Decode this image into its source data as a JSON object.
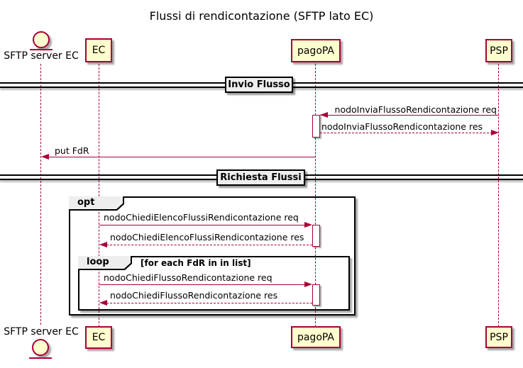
{
  "title": "Flussi di rendicontazione (SFTP lato EC)",
  "colors": {
    "participant_fill": "#FEFECE",
    "stroke": "#A80036",
    "fragment_label_bg": "#EEEEEE",
    "fragment_border": "#000000",
    "text": "#000000"
  },
  "participants": [
    {
      "id": "sftp",
      "label": "SFTP server EC",
      "type": "entity"
    },
    {
      "id": "ec",
      "label": "EC",
      "type": "box"
    },
    {
      "id": "pagopa",
      "label": "pagoPA",
      "type": "box"
    },
    {
      "id": "psp",
      "label": "PSP",
      "type": "box"
    }
  ],
  "dividers": [
    {
      "label": "Invio Flusso"
    },
    {
      "label": "Richiesta Flussi"
    }
  ],
  "fragments": {
    "opt": {
      "keyword": "opt",
      "condition": ""
    },
    "loop": {
      "keyword": "loop",
      "condition": "[for each FdR in in list]"
    }
  },
  "messages": {
    "invia_req": {
      "label": "nodoInviaFlussoRendicontazione req",
      "from": "PSP",
      "to": "pagoPA",
      "line": "solid"
    },
    "invia_res": {
      "label": "nodoInviaFlussoRendicontazione res",
      "from": "pagoPA",
      "to": "PSP",
      "line": "dashed"
    },
    "put_fdr": {
      "label": "put FdR",
      "from": "pagoPA",
      "to": "SFTP server EC",
      "line": "solid"
    },
    "elenco_req": {
      "label": "nodoChiediElencoFlussiRendicontazione req",
      "from": "EC",
      "to": "pagoPA",
      "line": "solid"
    },
    "elenco_res": {
      "label": "nodoChiediElencoFlussiRendicontazione res",
      "from": "pagoPA",
      "to": "EC",
      "line": "dashed"
    },
    "flusso_req": {
      "label": "nodoChiediFlussoRendicontazione req",
      "from": "EC",
      "to": "pagoPA",
      "line": "solid"
    },
    "flusso_res": {
      "label": "nodoChiediFlussoRendicontazione res",
      "from": "pagoPA",
      "to": "EC",
      "line": "dashed"
    }
  }
}
